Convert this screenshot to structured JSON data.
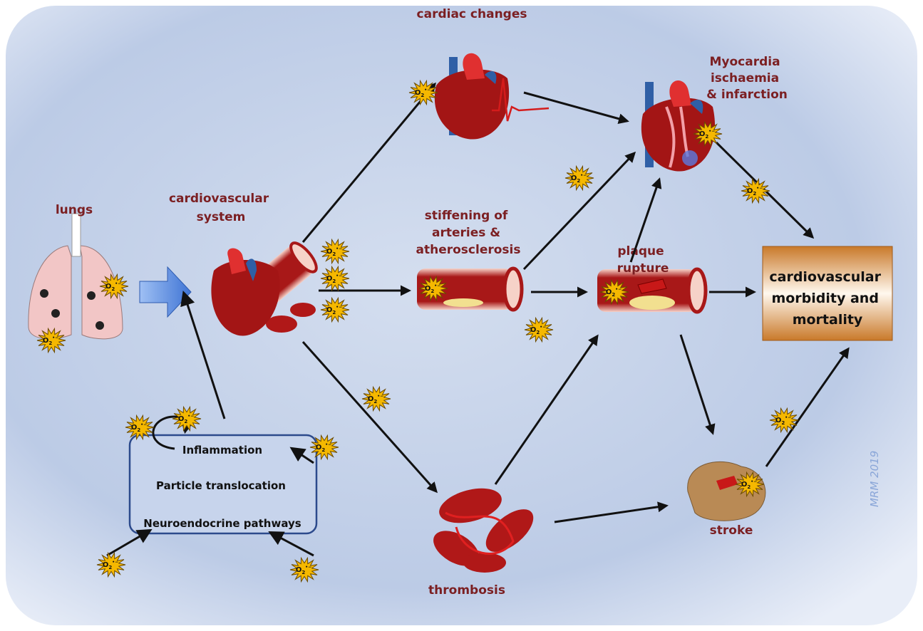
{
  "labels": {
    "lungs": "lungs",
    "cardiovascular_system": [
      "cardiovascular",
      "system"
    ],
    "cardiac_changes": "cardiac changes",
    "myocardia": [
      "Myocardia",
      "ischaemia",
      "& infarction"
    ],
    "stiffening": [
      "stiffening of",
      "arteries &",
      "atherosclerosis"
    ],
    "plaque": [
      "plaque",
      "rupture"
    ],
    "thrombosis": "thrombosis",
    "stroke": "stroke"
  },
  "mechanism_box": {
    "items": [
      "Inflammation",
      "Particle translocation",
      "Neuroendocrine pathways"
    ]
  },
  "outcome_box": {
    "lines": [
      "cardiovascular",
      "morbidity and",
      "mortality"
    ]
  },
  "badge": {
    "main": "O",
    "sub": "2",
    "sup": "•−"
  },
  "watermark": "MRM 2019",
  "colors": {
    "label": "#7b1f22",
    "badge": "#f5b800",
    "outcome_box": "#c9792a",
    "box_border": "#2c4a8c",
    "heart": "#a31515",
    "arrow_blue": "#5b8fe0"
  }
}
